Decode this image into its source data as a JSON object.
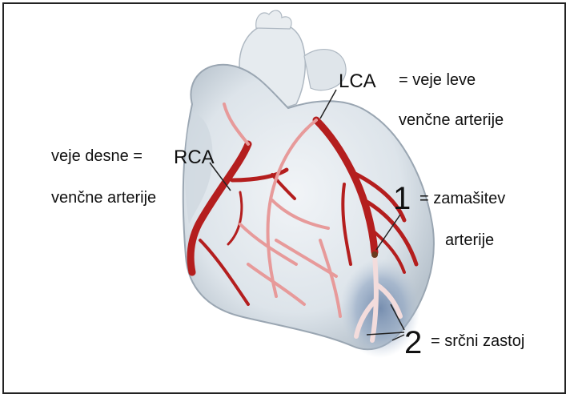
{
  "labels": {
    "lca": "LCA",
    "lca_desc_line1": "= veje leve",
    "lca_desc_line2": "venčne arterije",
    "rca_prefix": "veje desne =",
    "rca": "RCA",
    "rca_desc_line2": "venčne arterije",
    "marker_1": "1",
    "marker_1_desc_line1": "= zamašitev",
    "marker_1_desc_line2": "arterije",
    "marker_2": "2",
    "marker_2_desc": "= srčni zastoj"
  },
  "colors": {
    "heart_body": "#dfe6ec",
    "artery_red": "#b41e1e",
    "artery_pink": "#e79a9a",
    "ischemia_blue": "#7e97b8",
    "occluded_vessel": "#f3dcdc"
  }
}
